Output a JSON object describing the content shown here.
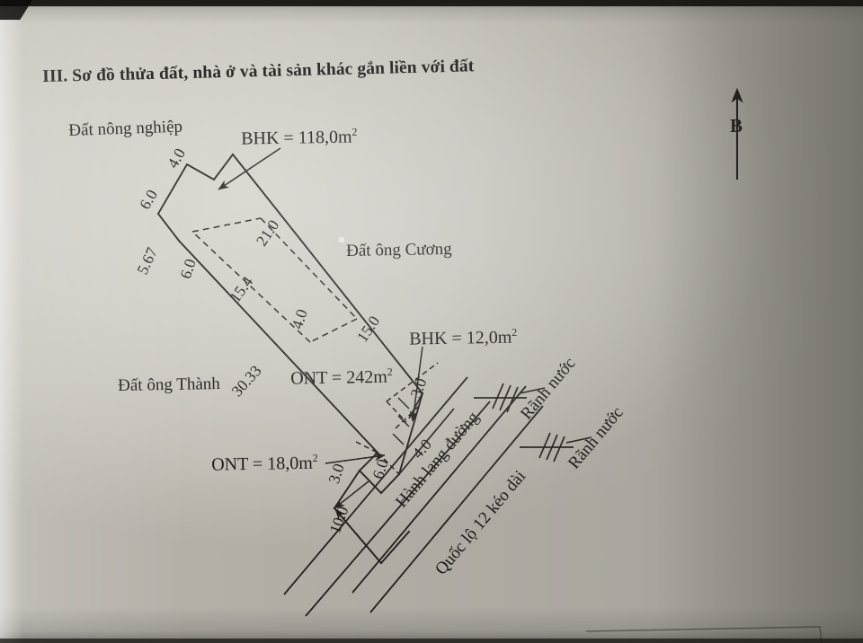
{
  "document": {
    "section_heading": "III. Sơ đồ thửa đất, nhà ở và tài sản khác gắn liền với đất"
  },
  "compass": {
    "label": "B",
    "name": "north-arrow"
  },
  "neighbors": [
    {
      "label": "Đất nông nghiệp"
    },
    {
      "label": "Đất ông Cương"
    },
    {
      "label": "Đất ông Thành"
    }
  ],
  "areas": [
    {
      "label": "BHK = 118,0m",
      "sup": "2"
    },
    {
      "label": "BHK = 12,0m",
      "sup": "2"
    },
    {
      "label": "ONT = 242m",
      "sup": "2"
    },
    {
      "label": "ONT = 18,0m",
      "sup": "2"
    }
  ],
  "roads": [
    {
      "label": "Hành lang đường"
    },
    {
      "label": "Quốc lộ 12 kéo dài"
    },
    {
      "label": "Rãnh nước"
    },
    {
      "label": "Rãnh nước"
    }
  ],
  "dimensions": {
    "d_4_0_top": "4.0",
    "d_6_0_topleft": "6.0",
    "d_5_67": "5.67",
    "d_6_0_inner": "6.0",
    "d_21_0": "21.0",
    "d_15_4": "15.4",
    "d_4_0_inner": "4.0",
    "d_15_0": "15.0",
    "d_30_33": "30.33",
    "d_3_0_right": "3.0",
    "d_4_0_right": "4.0",
    "d_3_0_left": "3.0",
    "d_6_0_bottom": "6.0",
    "d_10_0": "10.0"
  },
  "chart_data": {
    "type": "diagram",
    "title": "Sơ đồ thửa đất",
    "parcel_main_area_m2": 242,
    "parcel_labels": [
      "BHK = 118,0m2",
      "BHK = 12,0m2",
      "ONT = 242m2",
      "ONT = 18,0m2"
    ],
    "edge_lengths_m": [
      4.0,
      6.0,
      5.67,
      6.0,
      21.0,
      15.4,
      4.0,
      15.0,
      30.33,
      3.0,
      4.0,
      3.0,
      6.0,
      10.0
    ],
    "neighbors": [
      "Đất nông nghiệp",
      "Đất ông Cương",
      "Đất ông Thành"
    ],
    "roads": [
      "Hành lang đường",
      "Quốc lộ 12 kéo dài",
      "Rãnh nước",
      "Rãnh nước"
    ],
    "north_label": "B"
  }
}
